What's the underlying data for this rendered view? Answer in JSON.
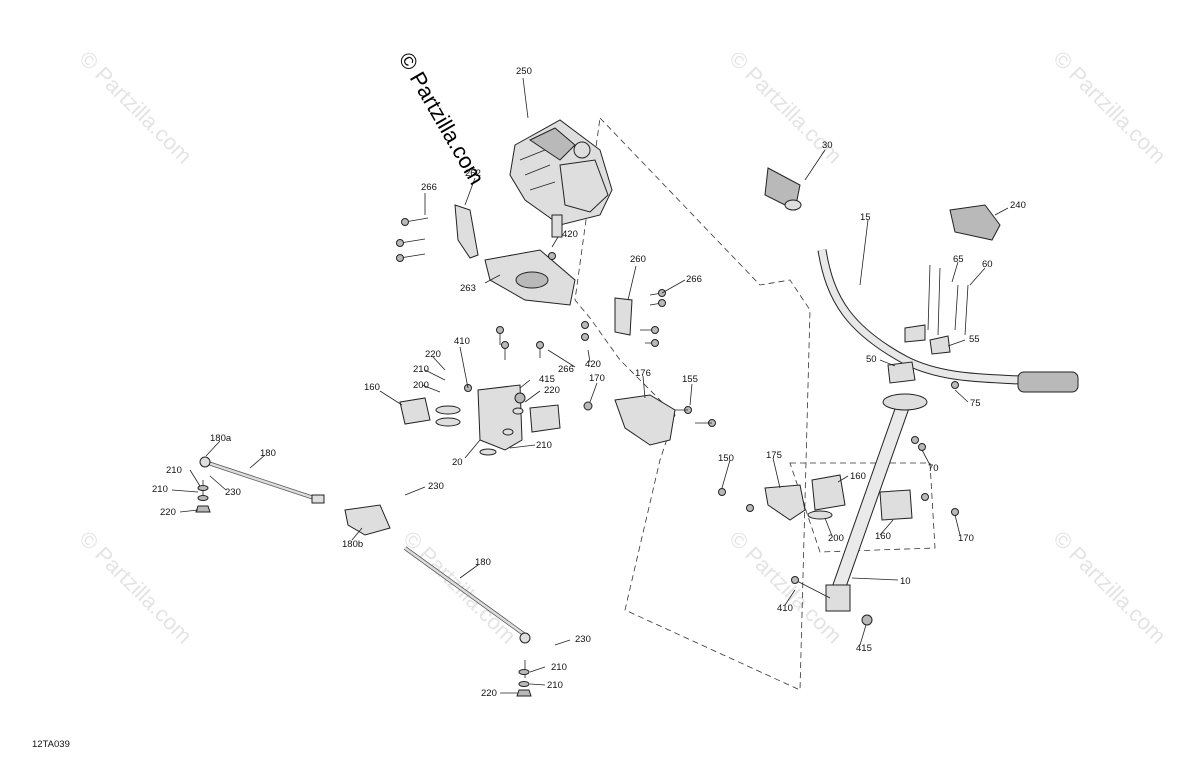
{
  "watermark": {
    "text": "© Partzilla.com"
  },
  "copyright": {
    "text": "© Partzilla.com"
  },
  "diagram_code": "12TA039",
  "callouts": [
    "250",
    "266",
    "262",
    "420",
    "260",
    "266",
    "263",
    "266",
    "420",
    "410",
    "220",
    "210",
    "415",
    "220",
    "200",
    "170",
    "176",
    "155",
    "160",
    "210",
    "20",
    "180a",
    "180",
    "210",
    "230",
    "210",
    "220",
    "230",
    "180b",
    "180",
    "230",
    "210",
    "210",
    "220",
    "30",
    "15",
    "240",
    "65",
    "60",
    "55",
    "50",
    "75",
    "70",
    "150",
    "175",
    "160",
    "200",
    "160",
    "170",
    "10",
    "410",
    "415"
  ]
}
